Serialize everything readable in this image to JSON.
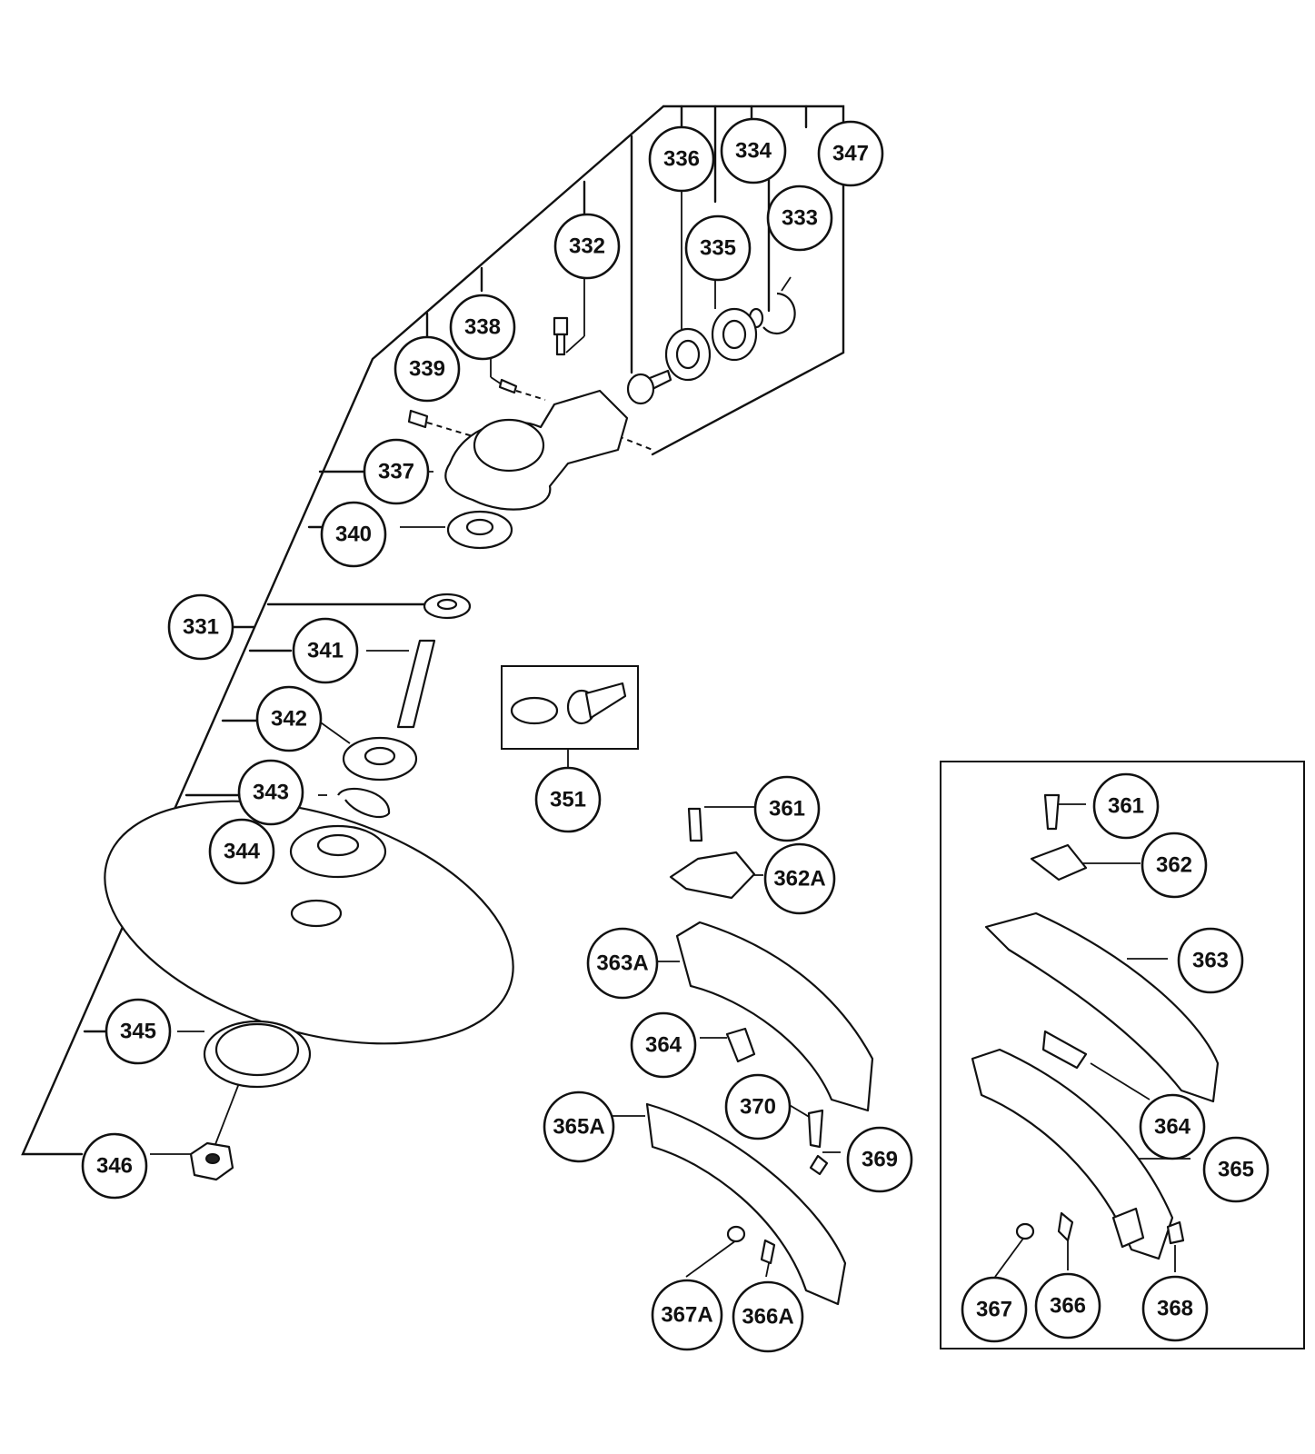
{
  "callouts": [
    {
      "id": "c331",
      "label": "331"
    },
    {
      "id": "c332",
      "label": "332"
    },
    {
      "id": "c333",
      "label": "333"
    },
    {
      "id": "c334",
      "label": "334"
    },
    {
      "id": "c335",
      "label": "335"
    },
    {
      "id": "c336",
      "label": "336"
    },
    {
      "id": "c337",
      "label": "337"
    },
    {
      "id": "c338",
      "label": "338"
    },
    {
      "id": "c339",
      "label": "339"
    },
    {
      "id": "c340",
      "label": "340"
    },
    {
      "id": "c341",
      "label": "341"
    },
    {
      "id": "c342",
      "label": "342"
    },
    {
      "id": "c343",
      "label": "343"
    },
    {
      "id": "c344",
      "label": "344"
    },
    {
      "id": "c345",
      "label": "345"
    },
    {
      "id": "c346",
      "label": "346"
    },
    {
      "id": "c347",
      "label": "347"
    },
    {
      "id": "c351",
      "label": "351"
    },
    {
      "id": "c361a",
      "label": "361"
    },
    {
      "id": "c362a",
      "label": "362A"
    },
    {
      "id": "c363a",
      "label": "363A"
    },
    {
      "id": "c364a",
      "label": "364"
    },
    {
      "id": "c370",
      "label": "370"
    },
    {
      "id": "c369",
      "label": "369"
    },
    {
      "id": "c365a",
      "label": "365A"
    },
    {
      "id": "c367a",
      "label": "367A"
    },
    {
      "id": "c366a",
      "label": "366A"
    },
    {
      "id": "c361b",
      "label": "361"
    },
    {
      "id": "c362",
      "label": "362"
    },
    {
      "id": "c363",
      "label": "363"
    },
    {
      "id": "c364b",
      "label": "364"
    },
    {
      "id": "c365",
      "label": "365"
    },
    {
      "id": "c367",
      "label": "367"
    },
    {
      "id": "c366",
      "label": "366"
    },
    {
      "id": "c368",
      "label": "368"
    }
  ]
}
